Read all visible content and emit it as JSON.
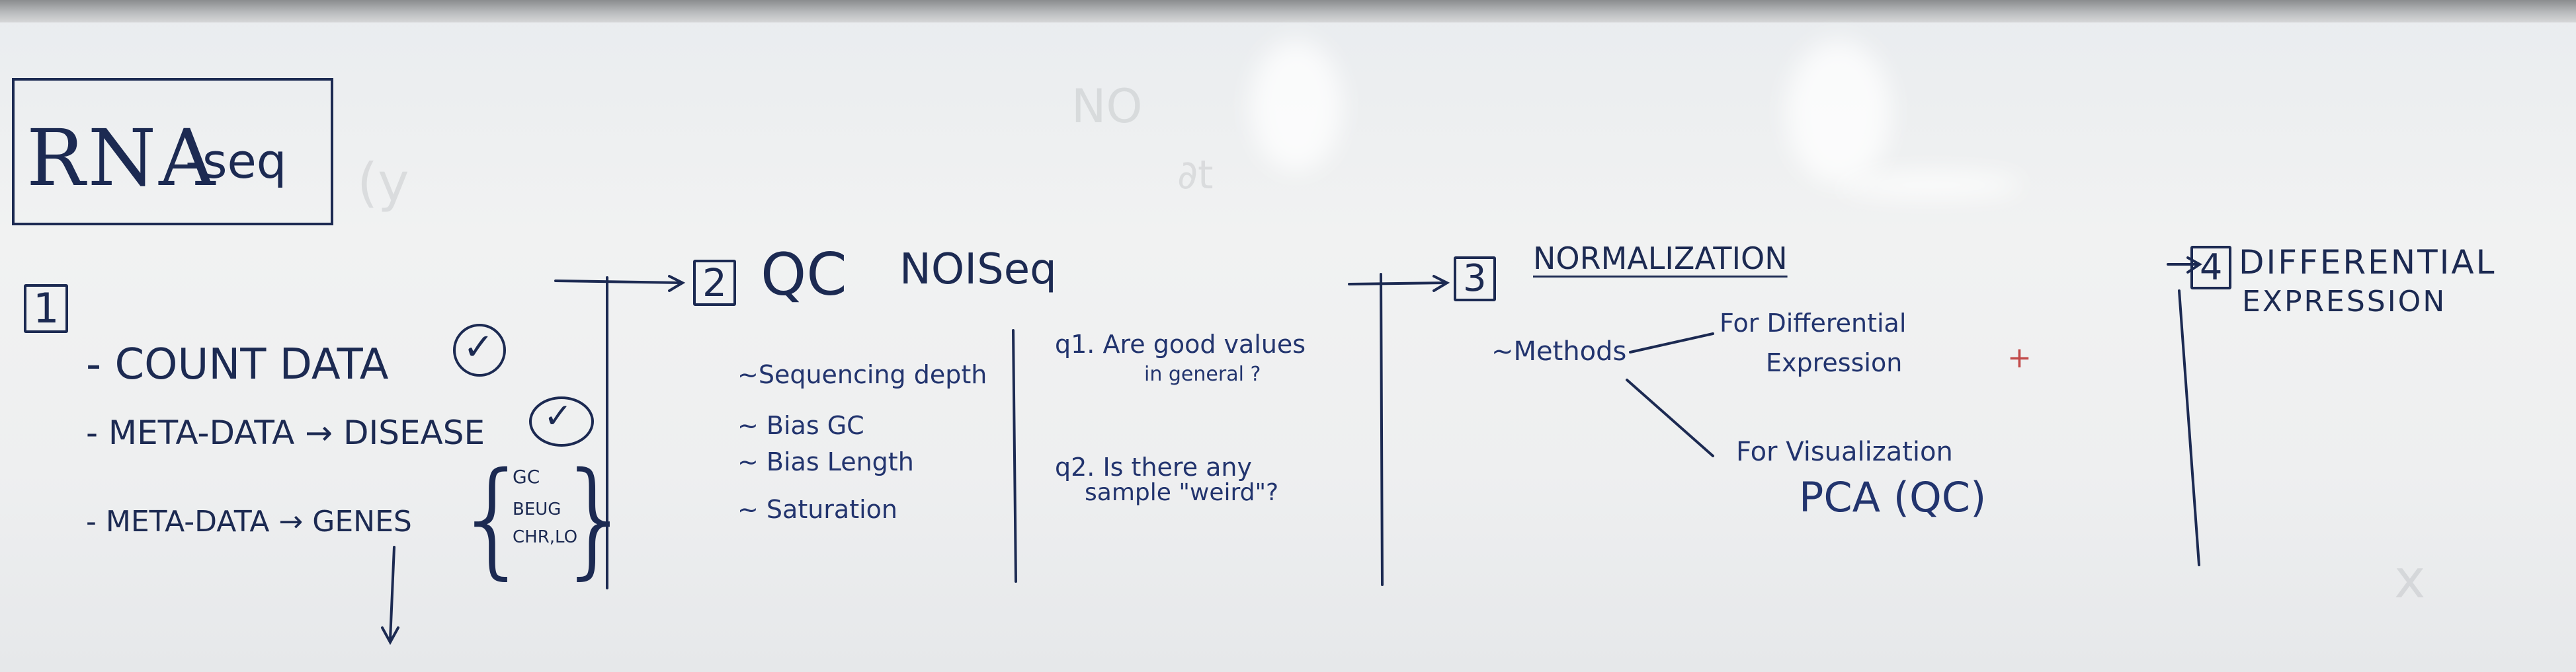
{
  "title": {
    "main": "RNA",
    "suffix": "-seq"
  },
  "step1": {
    "number": "1",
    "items": [
      {
        "label": "- COUNT DATA"
      },
      {
        "label": "- META-DATA → DISEASE"
      },
      {
        "label": "- META-DATA → GENES",
        "bracket": [
          "GC",
          "BEUG",
          "CHR,LO"
        ]
      }
    ]
  },
  "step2": {
    "number": "2",
    "heading": "QC",
    "tool": "NOISeq",
    "left_items": [
      "~Sequencing depth",
      "~ Bias GC",
      "~ Bias Length",
      "~ Saturation"
    ],
    "q1_line1": "q1. Are good values",
    "q1_line2": "in general ?",
    "q2_line1": "q2. Is there any",
    "q2_line2": "sample \"weird\"?"
  },
  "step3": {
    "number": "3",
    "heading": "NORMALIZATION",
    "methods": "~Methods",
    "branch1_line1": "For Differential",
    "branch1_line2": "Expression",
    "branch2_line1": "For Visualization",
    "branch2_line2": "PCA (QC)"
  },
  "step4": {
    "number": "4",
    "heading_line1": "DIFFERENTIAL",
    "heading_line2": "EXPRESSION"
  },
  "colors": {
    "ink": "#1c2a52",
    "board": "#eef0f1",
    "frame": "#9a9c9e"
  }
}
